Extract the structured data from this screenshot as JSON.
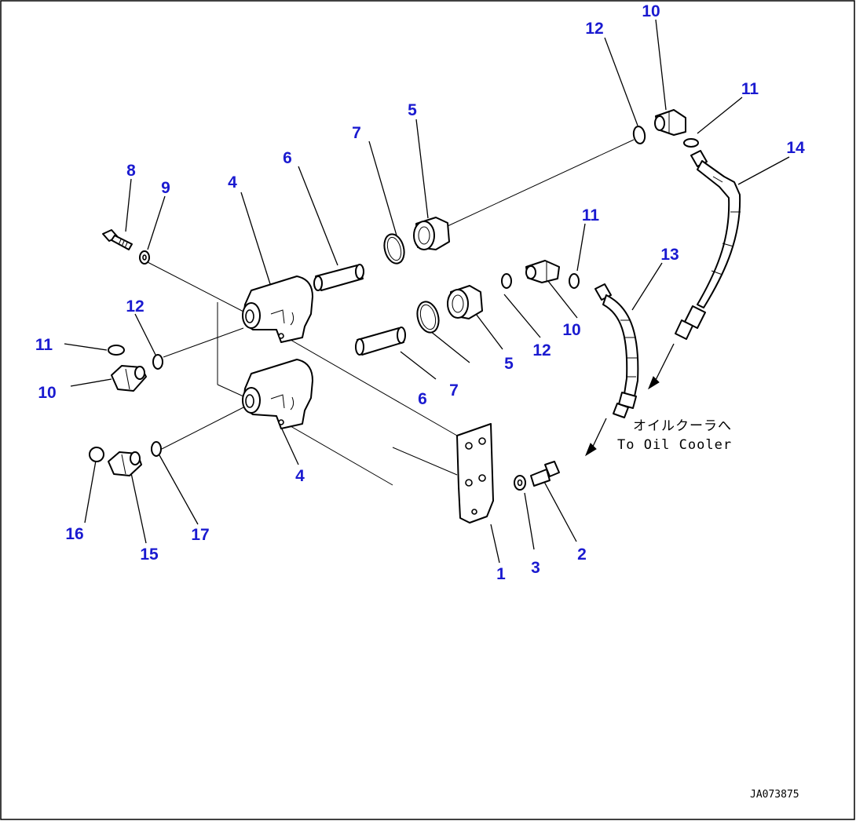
{
  "callouts": {
    "c1": "1",
    "c2": "2",
    "c3": "3",
    "c4a": "4",
    "c4b": "4",
    "c5a": "5",
    "c5b": "5",
    "c6a": "6",
    "c6b": "6",
    "c7a": "7",
    "c7b": "7",
    "c8": "8",
    "c9": "9",
    "c10a": "10",
    "c10b": "10",
    "c10c": "10",
    "c11a": "11",
    "c11b": "11",
    "c11c": "11",
    "c12a": "12",
    "c12b": "12",
    "c12c": "12",
    "c13": "13",
    "c14": "14",
    "c15": "15",
    "c16": "16",
    "c17": "17"
  },
  "note": {
    "japanese": "オイルクーラへ",
    "english": "To Oil Cooler"
  },
  "drawing_code": "JA073875"
}
